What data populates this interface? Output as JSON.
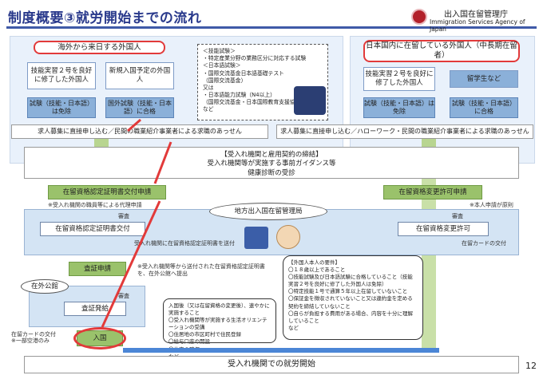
{
  "title": "制度概要③就労開始までの流れ",
  "agency": {
    "name_jp": "出入国在留管理庁",
    "name_en": "Immigration Services Agency of Japan"
  },
  "left_panel": {
    "header": "海外から来日する外国人",
    "src_a": "技能実習２号を良好に修了した外国人",
    "src_b": "新規入国予定の外国人",
    "exam_a": "試験（技能・日本語）は免除",
    "exam_b": "国外試験（技能・日本語）に合格"
  },
  "exam_list": {
    "heading": "＜技能試験＞",
    "lines": [
      "・特定産業分野の業務区分に対応する試験",
      "＜日本語試験＞",
      "・国際交流基金日本語基礎テスト",
      "（国際交流基金）",
      "又は",
      "・日本語能力試験（N4以上）",
      "（国際交流基金・日本国際教育支援協会）",
      "など"
    ]
  },
  "right_panel": {
    "header": "日本国内に在留している外国人（中長期在留者）",
    "src_a": "技能実習２号を良好に修了した外国人",
    "src_b": "留学生など",
    "exam_a": "試験（技能・日本語）は免除",
    "exam_b": "試験（技能・日本語）に合格"
  },
  "recruit_left": "求人募集に直接申し込む／民間の職業紹介事業者による求職のあっせん",
  "recruit_right": "求人募集に直接申し込む／ハローワーク・民間の職業紹介事業者による求職のあっせん",
  "contract": {
    "line1": "【受入れ機関と雇用契約の締結】",
    "line2": "受入れ機関等が実施する事前ガイダンス等",
    "line3": "健康診断の受診"
  },
  "coe_apply": "在留資格認定証明書交付申請",
  "coe_note": "※受入れ機関の職員等による代理申請",
  "change_apply": "在留資格変更許可申請",
  "change_note": "※本人申請が原則",
  "bureau_label": "地方出入国在留管理局",
  "review": "審査",
  "coe_issue": "在留資格認定証明書交付",
  "coe_send_note": "受入れ機関に在留資格認定証明書を送付",
  "change_grant": "在留資格変更許可",
  "card_issue_right": "在留カードの交付",
  "visa_apply": "査証申請",
  "visa_note": "※受入れ機関等から送付された在留資格認定証明書を、在外公館へ提出",
  "embassy": "在外公館",
  "visa_issue": "査証発給",
  "entry": "入国",
  "entry_note_1": "在留カードの交付",
  "entry_note_2": "※一部空港のみ",
  "requirements": {
    "heading": "【外国人本人の要件】",
    "lines": [
      "〇１８歳以上であること",
      "〇技能試験及び日本語試験に合格していること（技能実習２号を良好に修了した外国人は免除）",
      "〇特定技能１号で通算５年以上在留していないこと",
      "〇保証金を徴収されていないこと又は違約金を定める契約を締結していないこと",
      "〇自らが負担する費用がある場合、内容を十分に理解していること",
      "など"
    ]
  },
  "support": {
    "heading": "入国後（又は在留資格の変更後）、速やかに実施すること",
    "lines": [
      "〇受入れ機関等が実施する生活オリエンテーションの受講",
      "〇住居地の市区町村で住民登録",
      "〇給与口座の開設",
      "〇住宅の確保",
      "など"
    ]
  },
  "start_work": "受入れ機関での就労開始",
  "page_number": "12",
  "colors": {
    "title": "#2a3a8c",
    "panel": "#e9f1fb",
    "blue": "#8fb3db",
    "green": "#9ac26b",
    "red": "#e23a3a"
  }
}
